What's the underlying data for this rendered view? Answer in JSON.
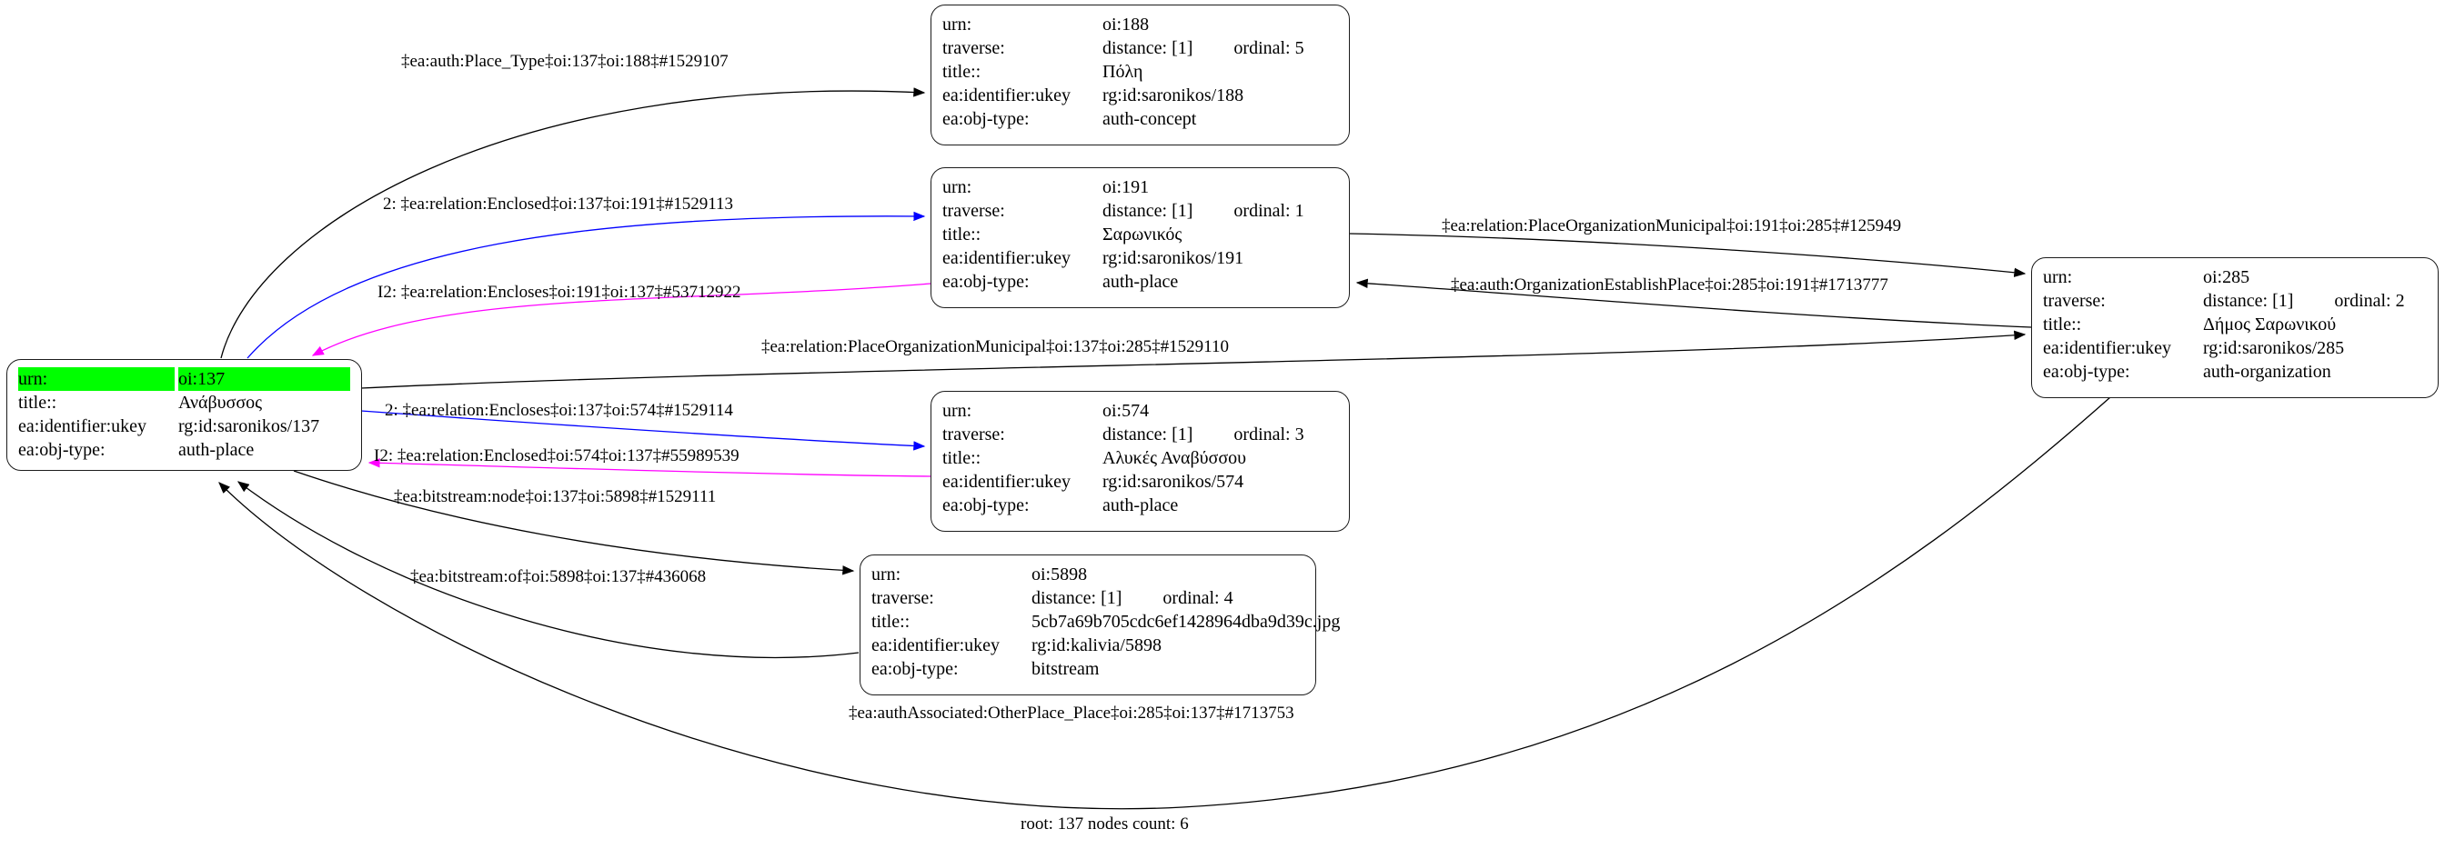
{
  "diagram": {
    "caption": "root: 137 nodes count: 6",
    "colors": {
      "highlight_green": "#00ff00",
      "edge_black": "#000000",
      "edge_blue": "#0000ff",
      "edge_magenta": "#ff00ff"
    },
    "nodes": {
      "n137": {
        "urn_label": "urn:",
        "urn": "oi:137",
        "title_label": "title::",
        "title": "Ανάβυσσος",
        "ukey_label": "ea:identifier:ukey",
        "ukey": "rg:id:saronikos/137",
        "objtype_label": "ea:obj-type:",
        "objtype": "auth-place"
      },
      "n188": {
        "urn_label": "urn:",
        "urn": "oi:188",
        "traverse_label": "traverse:",
        "distance": "distance: [1]",
        "ordinal": "ordinal: 5",
        "title_label": "title::",
        "title": "Πόλη",
        "ukey_label": "ea:identifier:ukey",
        "ukey": "rg:id:saronikos/188",
        "objtype_label": "ea:obj-type:",
        "objtype": "auth-concept"
      },
      "n191": {
        "urn_label": "urn:",
        "urn": "oi:191",
        "traverse_label": "traverse:",
        "distance": "distance: [1]",
        "ordinal": "ordinal: 1",
        "title_label": "title::",
        "title": "Σαρωνικός",
        "ukey_label": "ea:identifier:ukey",
        "ukey": "rg:id:saronikos/191",
        "objtype_label": "ea:obj-type:",
        "objtype": "auth-place"
      },
      "n574": {
        "urn_label": "urn:",
        "urn": "oi:574",
        "traverse_label": "traverse:",
        "distance": "distance: [1]",
        "ordinal": "ordinal: 3",
        "title_label": "title::",
        "title": "Αλυκές Αναβύσσου",
        "ukey_label": "ea:identifier:ukey",
        "ukey": "rg:id:saronikos/574",
        "objtype_label": "ea:obj-type:",
        "objtype": "auth-place"
      },
      "n5898": {
        "urn_label": "urn:",
        "urn": "oi:5898",
        "traverse_label": "traverse:",
        "distance": "distance: [1]",
        "ordinal": "ordinal: 4",
        "title_label": "title::",
        "title": "5cb7a69b705cdc6ef1428964dba9d39c.jpg",
        "ukey_label": "ea:identifier:ukey",
        "ukey": "rg:id:kalivia/5898",
        "objtype_label": "ea:obj-type:",
        "objtype": "bitstream"
      },
      "n285": {
        "urn_label": "urn:",
        "urn": "oi:285",
        "traverse_label": "traverse:",
        "distance": "distance: [1]",
        "ordinal": "ordinal: 2",
        "title_label": "title::",
        "title": "Δήμος Σαρωνικού",
        "ukey_label": "ea:identifier:ukey",
        "ukey": "rg:id:saronikos/285",
        "objtype_label": "ea:obj-type:",
        "objtype": "auth-organization"
      }
    },
    "edges": {
      "place_type": "‡ea:auth:Place_Type‡oi:137‡oi:188‡#1529107",
      "enclosed_137_191": "2: ‡ea:relation:Enclosed‡oi:137‡oi:191‡#1529113",
      "encloses_191_137": "I2: ‡ea:relation:Encloses‡oi:191‡oi:137‡#53712922",
      "pom_191_285": "‡ea:relation:PlaceOrganizationMunicipal‡oi:191‡oi:285‡#125949",
      "oep_285_191": "‡ea:auth:OrganizationEstablishPlace‡oi:285‡oi:191‡#1713777",
      "pom_137_285": "‡ea:relation:PlaceOrganizationMunicipal‡oi:137‡oi:285‡#1529110",
      "encloses_137_574": "2: ‡ea:relation:Encloses‡oi:137‡oi:574‡#1529114",
      "enclosed_574_137": "I2: ‡ea:relation:Enclosed‡oi:574‡oi:137‡#55989539",
      "bitstream_node": "‡ea:bitstream:node‡oi:137‡oi:5898‡#1529111",
      "bitstream_of": "‡ea:bitstream:of‡oi:5898‡oi:137‡#436068",
      "assoc_other_place": "‡ea:authAssociated:OtherPlace_Place‡oi:285‡oi:137‡#1713753"
    }
  }
}
